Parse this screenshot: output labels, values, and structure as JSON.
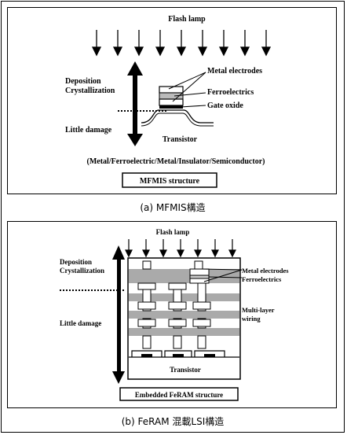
{
  "panel_a": {
    "flash_lamp": "Flash lamp",
    "deposition": "Deposition",
    "crystallization": "Crystallization",
    "little_damage": "Little damage",
    "metal_electrodes": "Metal electrodes",
    "ferroelectrics": "Ferroelectrics",
    "gate_oxide": "Gate oxide",
    "transistor": "Transistor",
    "layer_sequence": "(Metal/Ferroelectric/Metal/Insulator/Semiconductor)",
    "structure_label": "MFMIS structure",
    "caption": "(a) MFMIS構造"
  },
  "panel_b": {
    "flash_lamp": "Flash lamp",
    "deposition": "Deposition",
    "crystallization": "Crystallization",
    "little_damage": "Little damage",
    "metal_electrodes": "Metal electrodes",
    "ferroelectrics": "Ferroelectrics",
    "multilayer_1": "Multi-layer",
    "multilayer_2": "wiring",
    "transistor": "Transistor",
    "structure_label": "Embedded FeRAM structure",
    "caption": "(b) FeRAM 混載LSI構造"
  }
}
